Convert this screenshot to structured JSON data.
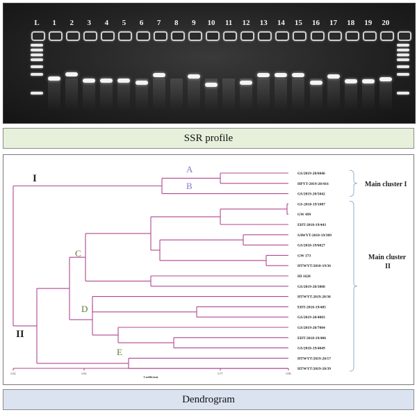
{
  "gel": {
    "lanes": [
      {
        "label": "L",
        "ladder": true
      },
      {
        "label": "1",
        "band": 0.7
      },
      {
        "label": "2",
        "band": 0.66
      },
      {
        "label": "3",
        "band": 0.72
      },
      {
        "label": "4",
        "band": 0.72
      },
      {
        "label": "5",
        "band": 0.72
      },
      {
        "label": "6",
        "band": 0.74
      },
      {
        "label": "7",
        "band": 0.67
      },
      {
        "label": "8",
        "band": null
      },
      {
        "label": "9",
        "band": 0.68
      },
      {
        "label": "10",
        "band": 0.76
      },
      {
        "label": "11",
        "band": null
      },
      {
        "label": "12",
        "band": 0.74
      },
      {
        "label": "13",
        "band": 0.67
      },
      {
        "label": "14",
        "band": 0.67
      },
      {
        "label": "15",
        "band": 0.67
      },
      {
        "label": "16",
        "band": 0.74
      },
      {
        "label": "17",
        "band": 0.68
      },
      {
        "label": "18",
        "band": 0.73
      },
      {
        "label": "19",
        "band": 0.73
      },
      {
        "label": "20",
        "band": 0.71
      },
      {
        "label": "",
        "ladder": true
      }
    ]
  },
  "ssr_caption": "SSR profile",
  "dendrogram": {
    "leaves": [
      "GS/2019-20/6046",
      "HPYT-2019-20/416",
      "GS/2019-20/5042",
      "GS-2018-19/1007",
      "GW 499",
      "EHT-2018-19/443",
      "SAWYT-2018-19/309",
      "GS/2018-19/6027",
      "GW 173",
      "HTWYT/2018-19/36",
      "HI 1628",
      "GS/2019-20/3060",
      "HTWYT-2019-20/30",
      "EHT-2018-19/405",
      "GS/2019-20/4003",
      "GS/2019-20/7004",
      "EHT-2018-19/406",
      "GS/2018-19/4049",
      "HTWYT/2019-20/17",
      "HTWYT/2019-20/39"
    ],
    "axis_ticks": [
      "0.52",
      "0.65",
      "0.77",
      "0.90"
    ],
    "axis_title": "Coefficient",
    "roman_top": "I",
    "roman_bottom": "II",
    "letters": {
      "A": "A",
      "B": "B",
      "C": "C",
      "D": "D",
      "E": "E"
    },
    "main_cluster_1": "Main cluster I",
    "main_cluster_2_line1": "Main cluster",
    "main_cluster_2_line2": "II",
    "colors": {
      "tree": "#b0458f",
      "ab_letters": "#8a78c8",
      "cde_letters": "#5a7a2e",
      "bracket": "#8fb0cc"
    }
  },
  "dendro_caption": "Dendrogram"
}
